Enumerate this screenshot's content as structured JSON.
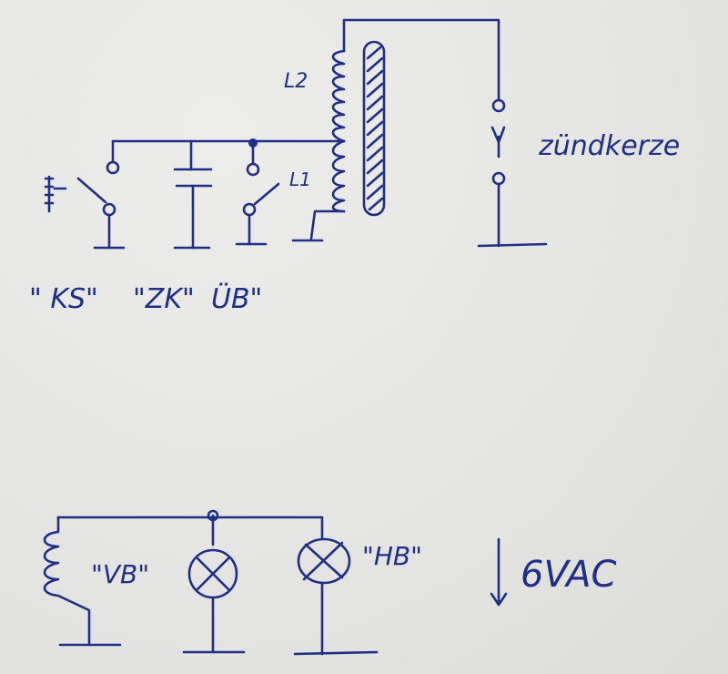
{
  "top_circuit": {
    "secondary_coil_label": "L2",
    "primary_coil_label": "L1",
    "spark_plug_label": "zündkerze",
    "switch_labels": [
      "\" KS\"",
      "\"ZK\"",
      "ÜB\""
    ]
  },
  "bottom_circuit": {
    "lamp1_label": "\"VB\"",
    "lamp2_label": "\"HB\"",
    "voltage_label": "6VAC"
  },
  "colors": {
    "ink": "#1f2f86",
    "paper": "#e6e6e4"
  }
}
